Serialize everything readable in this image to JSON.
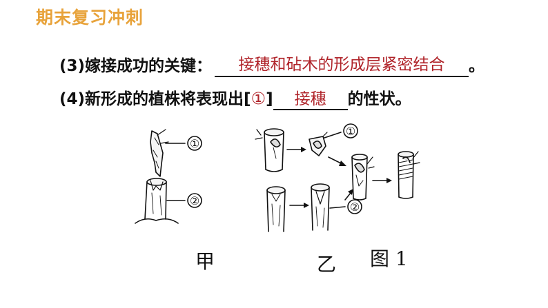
{
  "header": {
    "title": "期末复习冲刺"
  },
  "q3": {
    "prefix": "(3)嫁接成功的关键：",
    "answer": "接穗和砧木的形成层紧密结合",
    "suffix": "。"
  },
  "q4": {
    "prefix": "(4)新形成的植株将表现出[",
    "answer_number": "①",
    "bracket_close": "]",
    "answer": "接穗",
    "suffix": "的性状。"
  },
  "figure": {
    "label_jia": "甲",
    "label_yi": "乙",
    "caption": "图 1",
    "marker_1": "①",
    "marker_2": "②"
  },
  "colors": {
    "header": "#e8a33b",
    "answer": "#b0242a"
  }
}
